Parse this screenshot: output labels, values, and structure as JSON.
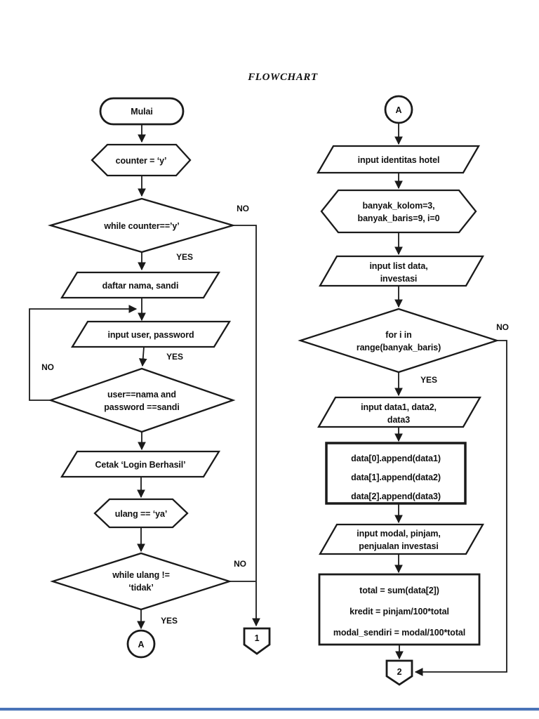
{
  "title": "FLOWCHART",
  "colors": {
    "ink": "#1a1a1a",
    "footer_line": "#4a74b8"
  },
  "branch": {
    "yes": "YES",
    "no": "NO"
  },
  "left": {
    "start": "Mulai",
    "init": "counter = ‘y’",
    "while_counter": "while counter==’y’",
    "daftar": "daftar nama, sandi",
    "input_user": "input user, password",
    "cond1": "user==nama and",
    "cond2": "password ==sandi",
    "cetak": "Cetak ‘Login Berhasil’",
    "ulang": "ulang == ‘ya’",
    "while_ulang1": "while ulang !=",
    "while_ulang2": "‘tidak’",
    "conn_a": "A",
    "off1": "1"
  },
  "right": {
    "conn_a": "A",
    "identitas": "input identitas hotel",
    "init1": "banyak_kolom=3,",
    "init2": "banyak_baris=9, i=0",
    "list1": "input list data,",
    "list2": "investasi",
    "for1": "for i in",
    "for2": "range(banyak_baris)",
    "data1": "input data1, data2,",
    "data2": "data3",
    "append1": "data[0].append(data1)",
    "append2": "data[1].append(data2)",
    "append3": "data[2].append(data3)",
    "modal1": "input modal, pinjam,",
    "modal2": "penjualan investasi",
    "calc1": "total = sum(data[2])",
    "calc2": "kredit = pinjam/100*total",
    "calc3": "modal_sendiri = modal/100*total",
    "off2": "2"
  }
}
